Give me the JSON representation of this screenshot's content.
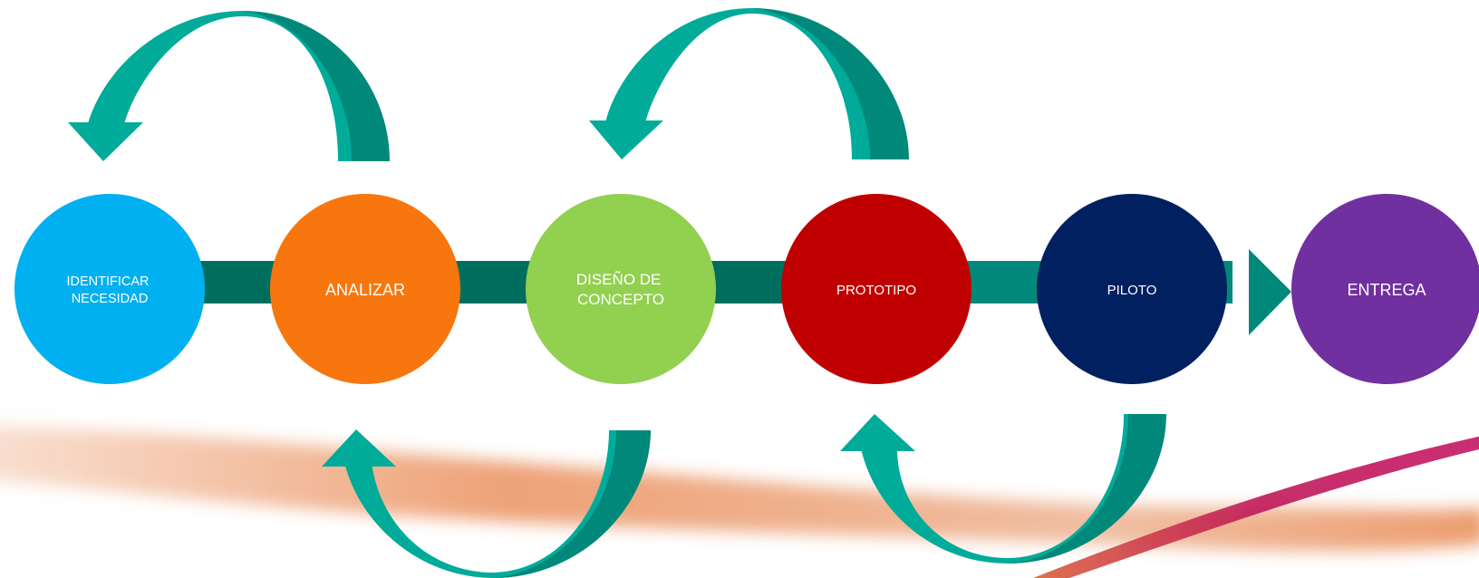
{
  "diagram": {
    "steps": [
      {
        "id": "identificar",
        "lines": [
          "IDENTIFICAR",
          "NECESIDAD"
        ],
        "color": "#00b0f0"
      },
      {
        "id": "analizar",
        "lines": [
          "ANALIZAR"
        ],
        "color": "#f7760e"
      },
      {
        "id": "diseno",
        "lines": [
          "DISEÑO DE",
          "CONCEPTO"
        ],
        "color": "#92d050"
      },
      {
        "id": "prototipo",
        "lines": [
          "PROTOTIPO"
        ],
        "color": "#c00000"
      },
      {
        "id": "piloto",
        "lines": [
          "PILOTO"
        ],
        "color": "#002060"
      },
      {
        "id": "entrega",
        "lines": [
          "ENTREGA"
        ],
        "color": "#7030a0"
      }
    ],
    "connector_color": "#006e5f",
    "feedback_arrow_colors": {
      "light": "#00ab9a",
      "dark": "#00897b"
    },
    "background_swoosh_colors": {
      "orange": "#e8834a",
      "magenta": "#c0185a"
    }
  }
}
